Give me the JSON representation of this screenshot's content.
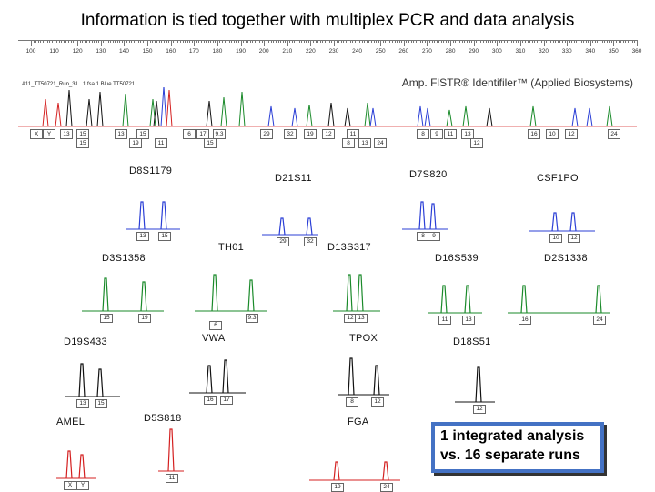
{
  "title": "Information is tied together with multiplex PCR and data analysis",
  "subtitle": "Amp. FlSTR® Identifiler™ (Applied Biosystems)",
  "run_label": "A11_TT50721_Run_31...1.fsa 1 Blue TT50721",
  "ruler_labels": [
    "100",
    "110",
    "120",
    "130",
    "140",
    "150",
    "160",
    "170",
    "180",
    "190",
    "200",
    "210",
    "220",
    "230",
    "240",
    "250",
    "260",
    "270",
    "280",
    "290",
    "300",
    "310",
    "320",
    "330",
    "340",
    "350",
    "360"
  ],
  "main_bins": [
    {
      "text": "X"
    },
    {
      "text": "Y"
    },
    {
      "text": "13"
    },
    {
      "text": "15"
    },
    {
      "text": "13"
    },
    {
      "text": "15"
    },
    {
      "text": "6"
    },
    {
      "text": "17"
    },
    {
      "text": "9.3"
    },
    {
      "text": "29"
    },
    {
      "text": "32"
    },
    {
      "text": "19"
    },
    {
      "text": "12"
    },
    {
      "text": "11"
    },
    {
      "text": "8"
    },
    {
      "text": "9"
    },
    {
      "text": "11"
    },
    {
      "text": "13"
    },
    {
      "text": "16"
    },
    {
      "text": "10"
    },
    {
      "text": "12"
    },
    {
      "text": "24"
    },
    {
      "text": "15"
    },
    {
      "text": "19"
    },
    {
      "text": "11"
    },
    {
      "text": "15"
    },
    {
      "text": "8"
    },
    {
      "text": "13"
    },
    {
      "text": "24"
    },
    {
      "text": "12"
    }
  ],
  "loci": [
    {
      "name": "D8S1179",
      "alleles": [
        "13",
        "15"
      ]
    },
    {
      "name": "D21S11",
      "alleles": [
        "29",
        "32"
      ]
    },
    {
      "name": "D7S820",
      "alleles": [
        "8",
        "9"
      ]
    },
    {
      "name": "CSF1PO",
      "alleles": [
        "10",
        "12"
      ]
    },
    {
      "name": "D3S1358",
      "alleles": [
        "15",
        "19"
      ]
    },
    {
      "name": "TH01",
      "alleles": [
        "6",
        "9.3"
      ]
    },
    {
      "name": "D13S317",
      "alleles": [
        "12",
        "13"
      ]
    },
    {
      "name": "D16S539",
      "alleles": [
        "11",
        "13"
      ]
    },
    {
      "name": "D2S1338",
      "alleles": [
        "16",
        "24"
      ]
    },
    {
      "name": "D19S433",
      "alleles": [
        "13",
        "15"
      ]
    },
    {
      "name": "VWA",
      "alleles": [
        "16",
        "17"
      ]
    },
    {
      "name": "TPOX",
      "alleles": [
        "8",
        "12"
      ]
    },
    {
      "name": "D18S51",
      "alleles": [
        "12"
      ]
    },
    {
      "name": "AMEL",
      "alleles": [
        "X",
        "Y"
      ]
    },
    {
      "name": "D5S818",
      "alleles": [
        "11"
      ]
    },
    {
      "name": "FGA",
      "alleles": [
        "19",
        "24"
      ]
    }
  ],
  "summary": {
    "line1": "1 integrated analysis",
    "line2": "vs. 16 separate runs"
  },
  "colors": {
    "blue": "#2b3fd6",
    "green": "#1a8a2a",
    "black": "#111111",
    "red": "#d42020",
    "baseline": "#e06060"
  }
}
